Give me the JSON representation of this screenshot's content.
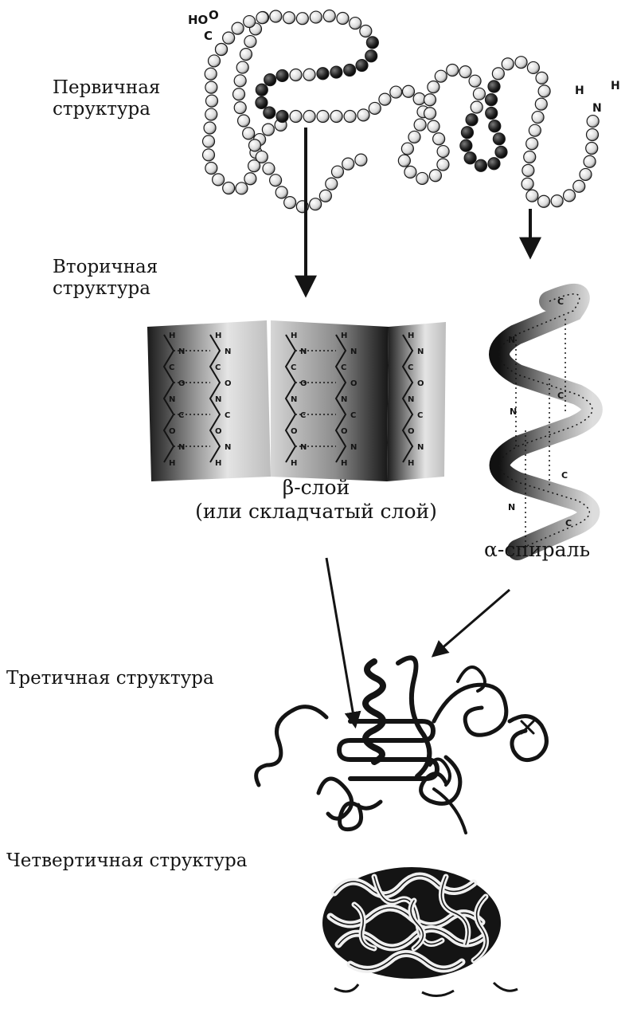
{
  "labels": {
    "primary": [
      "Первичная",
      "структура"
    ],
    "secondary": [
      "Вторичная",
      "структура"
    ],
    "beta": [
      "β-слой",
      "(или складчатый слой)"
    ],
    "alpha": "α-спираль",
    "tertiary": "Третичная структура",
    "quaternary": "Четвертичная структура"
  },
  "terminals": {
    "carboxyl_ho": "HO",
    "carboxyl_o": "O",
    "carboxyl_c": "C",
    "amino_n": "N",
    "amino_h": "H"
  },
  "atoms": {
    "n": "N",
    "c": "C",
    "h": "H",
    "o": "O"
  },
  "colors": {
    "ink": "#141414",
    "bead_light": "#f2f2f2",
    "bead_dark": "#1e1e1e",
    "ribbon_dark": "#2a2a2a",
    "ribbon_light": "#e8e8e8"
  }
}
